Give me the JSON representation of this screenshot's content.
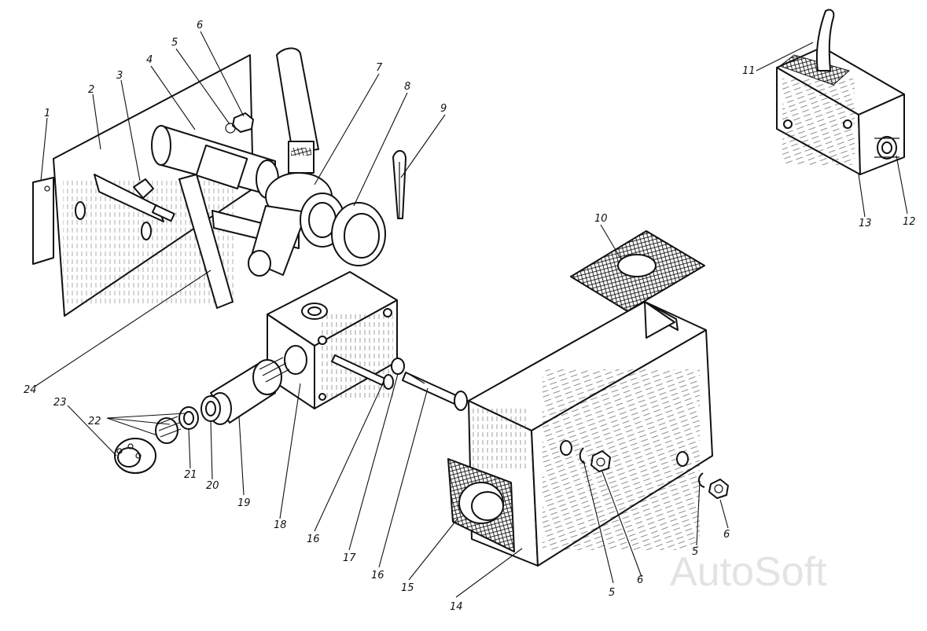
{
  "watermark": "AutoSoft",
  "labels": {
    "l1": "1",
    "l2": "2",
    "l3": "3",
    "l4": "4",
    "l5a": "5",
    "l6a": "6",
    "l7": "7",
    "l8": "8",
    "l9": "9",
    "l10": "10",
    "l11": "11",
    "l12": "12",
    "l13": "13",
    "l14": "14",
    "l15": "15",
    "l16a": "16",
    "l16b": "16",
    "l17": "17",
    "l18": "18",
    "l19": "19",
    "l20": "20",
    "l21": "21",
    "l22": "22",
    "l23": "23",
    "l24": "24",
    "l5b": "5",
    "l6b": "6",
    "l5c": "5",
    "l6c": "6"
  }
}
